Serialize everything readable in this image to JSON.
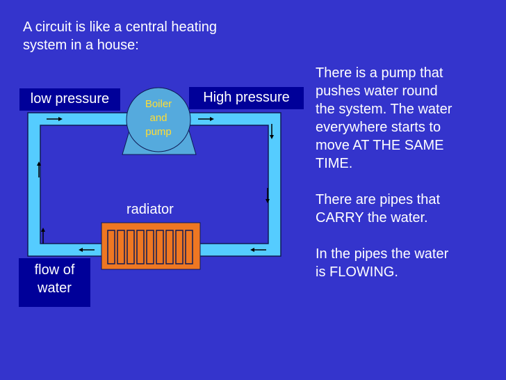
{
  "intro": {
    "line1": "A circuit is like a central heating",
    "line2": "system in a house:"
  },
  "labels": {
    "low_pressure": "low pressure",
    "high_pressure": "High pressure",
    "flow_line1": "flow of",
    "flow_line2": "water",
    "radiator": "radiator"
  },
  "boiler": {
    "line1": "Boiler",
    "line2": "and",
    "line3": "pump"
  },
  "explanation": {
    "p1_l1": "There is a pump that",
    "p1_l2": "pushes water round",
    "p1_l3": "the system. The water",
    "p1_l4": "everywhere starts to",
    "p1_l5": "move AT THE SAME",
    "p1_l6": "TIME.",
    "p2_l1": "There are pipes that",
    "p2_l2": "CARRY the water.",
    "p3_l1": "In the pipes the water",
    "p3_l2": "is FLOWING."
  },
  "colors": {
    "background": "#3434cc",
    "pipe": "#55ccff",
    "label_box": "#000099",
    "radiator": "#ee7722",
    "boiler": "#55aadd",
    "boiler_text": "#ffdd33"
  }
}
